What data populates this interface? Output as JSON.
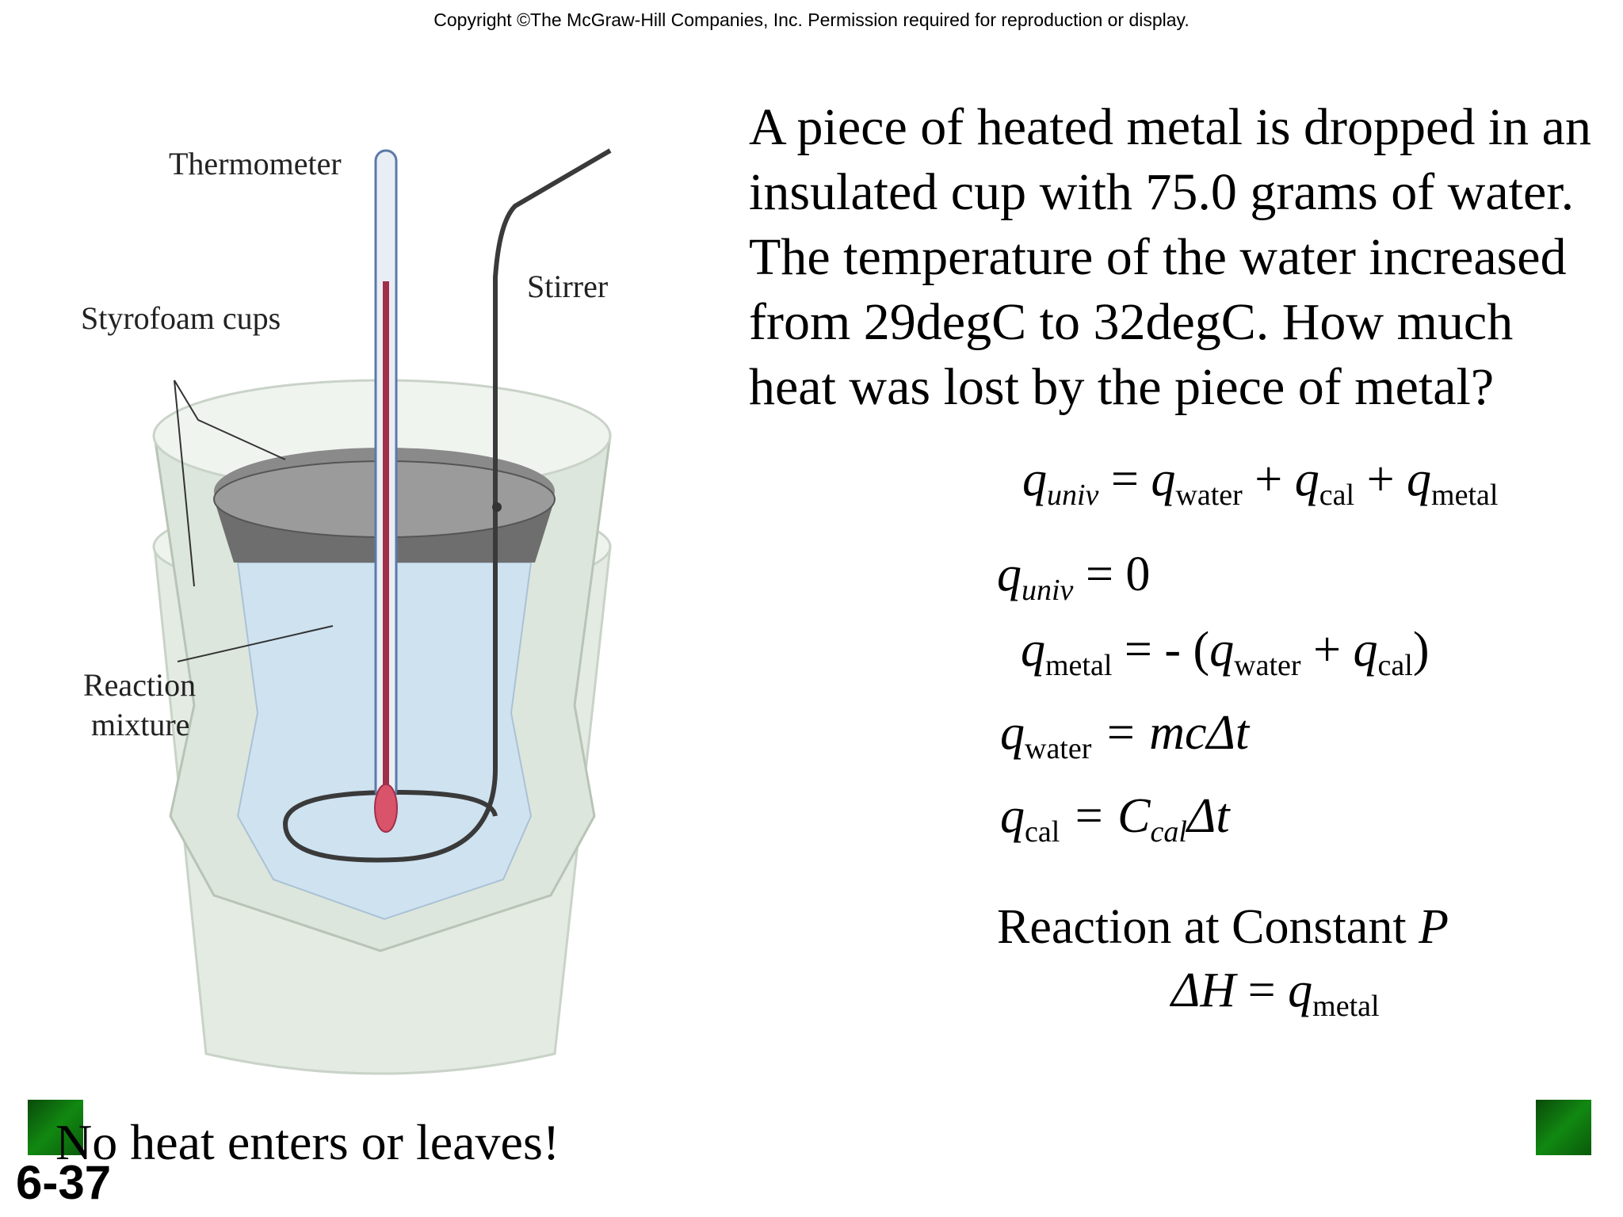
{
  "header": {
    "copyright": "Copyright ©The McGraw-Hill Companies, Inc.  Permission required for reproduction or display."
  },
  "figure": {
    "labels": {
      "thermometer": "Thermometer",
      "stirrer": "Stirrer",
      "styrofoam_cups": "Styrofoam cups",
      "reaction_line1": "Reaction",
      "reaction_line2": "mixture"
    }
  },
  "problem": {
    "text": "A  piece of heated metal is dropped in an insulated cup with 75.0 grams of water. The temperature of the water increased from 29degC to 32degC. How much heat was lost by the piece of metal?"
  },
  "equations": {
    "eq1": {
      "q": "q",
      "univ": "univ",
      "eqsign": " = ",
      "water": "water",
      "plus1": " + ",
      "cal": "cal",
      "plus2": " + ",
      "metal": "metal"
    },
    "eq2": {
      "q": "q",
      "univ": "univ",
      "rhs": " = 0"
    },
    "eq3": {
      "q": "q",
      "metal": "metal",
      "mid": " = - (",
      "water": "water",
      "plus": " + ",
      "cal": "cal",
      "close": ")"
    },
    "eq4": {
      "q": "q",
      "water": "water",
      "rhs": " = mcΔt"
    },
    "eq5": {
      "q": "q",
      "cal": "cal",
      "eqsign": " = C",
      "cal_sub": "cal",
      "rhs": "Δt"
    },
    "constant_p": {
      "text": "Reaction at Constant ",
      "p": "P"
    },
    "delta_h": {
      "lhs": "ΔH",
      "eqsign": " = ",
      "q": "q",
      "metal": "metal"
    }
  },
  "footer": {
    "caption": "No heat enters or leaves!",
    "slide_number": "6-37"
  },
  "colors": {
    "accent_square": "#0a6a0a",
    "liquid": "#cfe2f0",
    "cup": "#e4ebe3",
    "lid": "#8a8a8a"
  }
}
